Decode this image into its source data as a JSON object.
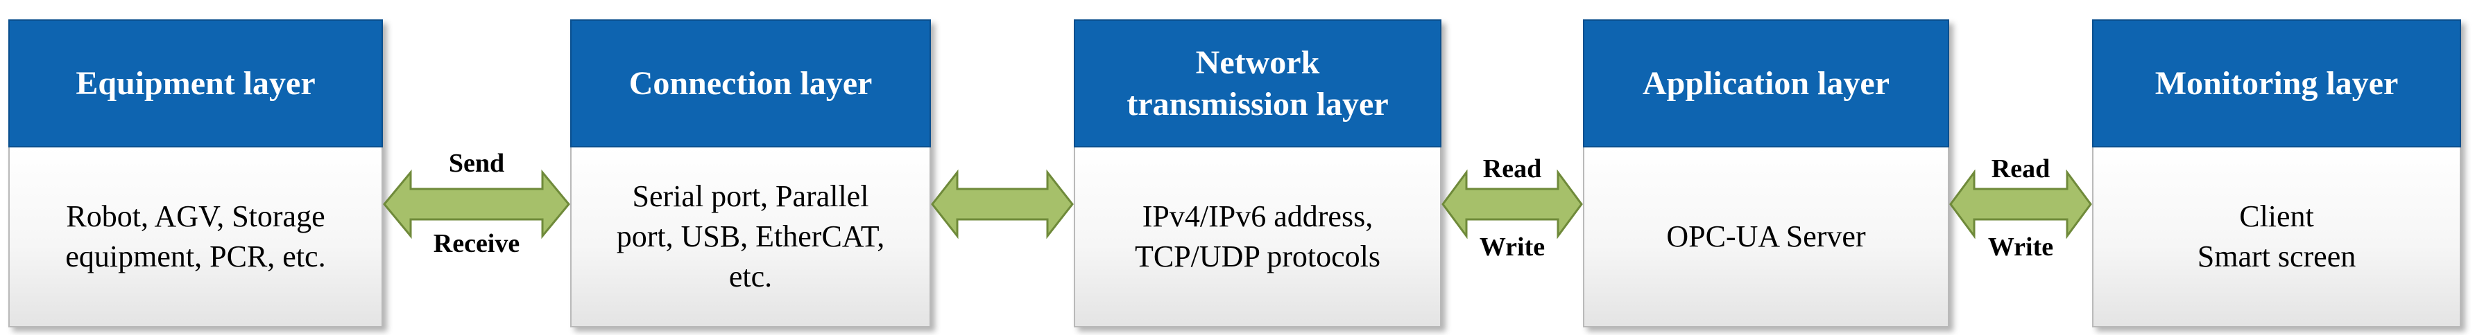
{
  "colors": {
    "header_fill": "#0e64b0",
    "arrow_fill": "#a6c06a",
    "arrow_stroke": "#6f8a3a"
  },
  "layers": [
    {
      "title": "Equipment layer",
      "body": "Robot, AGV, Storage\nequipment, PCR, etc."
    },
    {
      "title": "Connection layer",
      "body": "Serial port, Parallel\nport, USB, EtherCAT,\netc."
    },
    {
      "title": "Network\ntransmission layer",
      "body": "IPv4/IPv6 address,\nTCP/UDP protocols"
    },
    {
      "title": "Application layer",
      "body": "OPC-UA Server"
    },
    {
      "title": "Monitoring layer",
      "body": "Client\nSmart screen"
    }
  ],
  "connectors": [
    {
      "top_label": "Send",
      "bottom_label": "Receive"
    },
    {
      "top_label": "",
      "bottom_label": ""
    },
    {
      "top_label": "Read",
      "bottom_label": "Write"
    },
    {
      "top_label": "Read",
      "bottom_label": "Write"
    }
  ]
}
